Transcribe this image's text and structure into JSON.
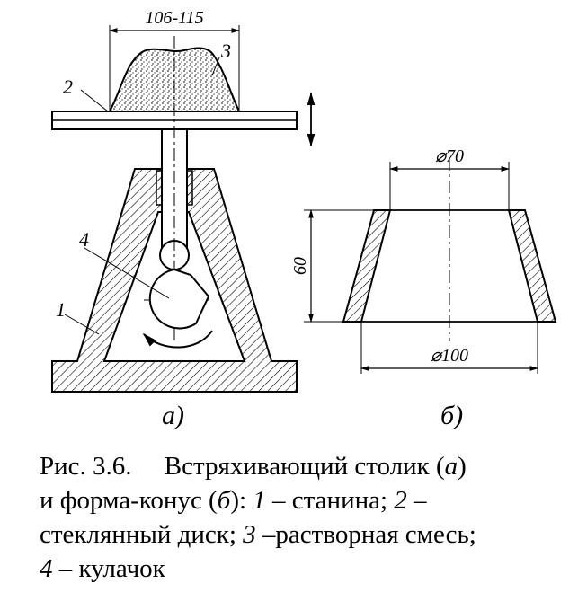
{
  "figure": {
    "dim_table_width": "106-115",
    "label_1": "1",
    "label_2": "2",
    "label_3": "3",
    "label_4": "4",
    "sub_a": "а)",
    "sub_b": "б)",
    "dim_top_diameter": "⌀70",
    "dim_bottom_diameter": "⌀100",
    "dim_height": "60"
  },
  "caption": {
    "fig_no": "Рис. 3.6.",
    "l1_text": "Встряхивающий столик (",
    "l1_a": "а",
    "l1_end": ")",
    "l2_start": "и форма-конус (",
    "l2_b": "б",
    "l2_mid": "): ",
    "l2_n1": "1",
    "l2_t1": " – станина; ",
    "l2_n2": "2",
    "l2_t2": " –",
    "l3_t": "стеклянный диск; ",
    "l3_n3": "3",
    "l3_t3": " –растворная смесь;",
    "l4_n4": "4",
    "l4_t4": " – кулачок"
  }
}
